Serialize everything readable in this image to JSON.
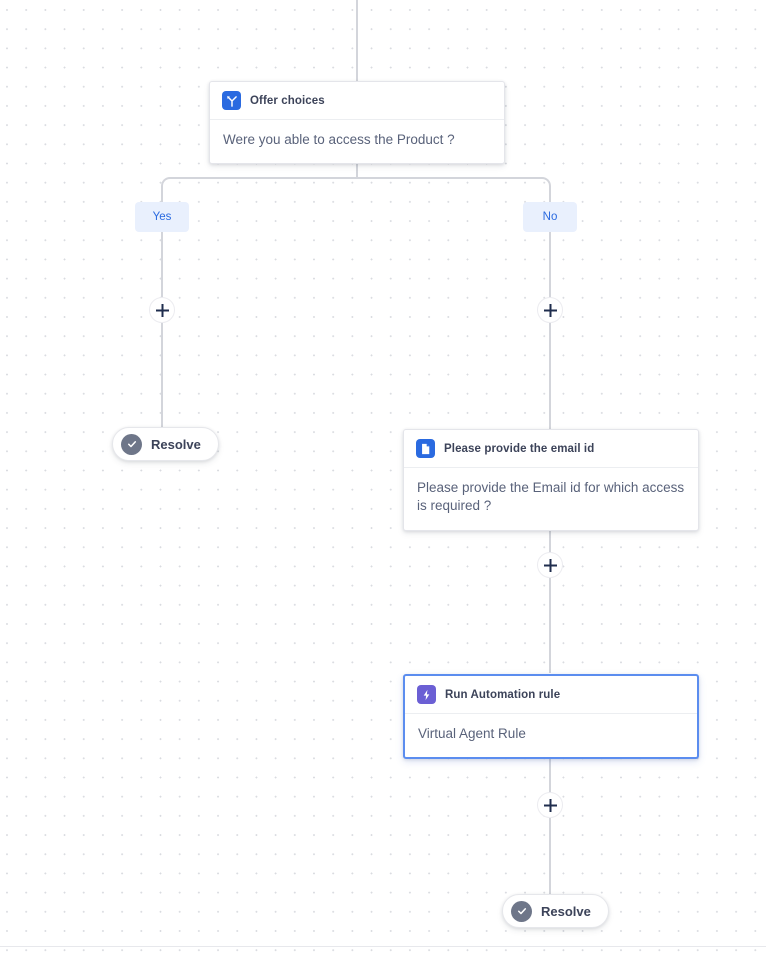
{
  "canvas": {
    "background": "#ffffff",
    "dot_color": "#d9dbe0",
    "connector_color": "#d3d5db"
  },
  "colors": {
    "accent_blue": "#2a6ae0",
    "branch_pill_bg": "#e9f0fd",
    "branch_pill_text": "#2a6ae0",
    "automation_purple": "#6b5fd4",
    "selected_border": "#5b8def",
    "resolve_icon_gray": "#6e7689",
    "card_title_text": "#3c4359",
    "card_body_text": "#59627a"
  },
  "nodes": {
    "offer_choices": {
      "title": "Offer choices",
      "body": "Were you able to access the Product ?",
      "icon": "branch-fork-icon",
      "icon_color": "#2a6ae0",
      "selected": false
    },
    "email_id": {
      "title": "Please provide the email id",
      "body": "Please provide the Email id for which access is required ?",
      "icon": "document-icon",
      "icon_color": "#2a6ae0",
      "selected": false
    },
    "automation_rule": {
      "title": "Run Automation rule",
      "body": "Virtual Agent Rule",
      "icon": "lightning-bolt-icon",
      "icon_color": "#6b5fd4",
      "selected": true
    },
    "resolve_yes": {
      "label": "Resolve",
      "icon": "check-circle-icon"
    },
    "resolve_end": {
      "label": "Resolve",
      "icon": "check-circle-icon"
    }
  },
  "branches": [
    {
      "label": "Yes",
      "side": "left"
    },
    {
      "label": "No",
      "side": "right"
    }
  ],
  "add_buttons": [
    {
      "name": "add-step-yes-branch",
      "icon": "plus-icon"
    },
    {
      "name": "add-step-no-branch",
      "icon": "plus-icon"
    },
    {
      "name": "add-step-after-email",
      "icon": "plus-icon"
    },
    {
      "name": "add-step-after-automation",
      "icon": "plus-icon"
    }
  ]
}
